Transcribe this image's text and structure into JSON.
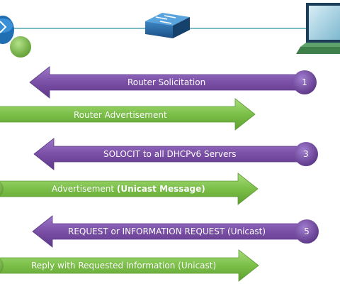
{
  "colors": {
    "purple": "#7b4fa8",
    "purple_light": "#9a74c4",
    "green": "#7cc04a",
    "green_light": "#a6d97b",
    "line": "#4fa3b6"
  },
  "icons": {
    "left": "router-icon",
    "middle": "switch-icon",
    "right": "laptop-icon"
  },
  "messages": [
    {
      "id": "m1",
      "label": "Router Solicitation",
      "step": "1"
    },
    {
      "id": "m2",
      "label": "Router Advertisement"
    },
    {
      "id": "m3",
      "label": "SOLOCIT to all DHCPv6 Servers",
      "step": "3"
    },
    {
      "id": "m4",
      "label": "Advertisement",
      "bold": "(Unicast Message)"
    },
    {
      "id": "m5",
      "label": "REQUEST or INFORMATION REQUEST (Unicast)",
      "step": "5"
    },
    {
      "id": "m6",
      "label": "Reply with  Requested Information (Unicast)"
    }
  ]
}
